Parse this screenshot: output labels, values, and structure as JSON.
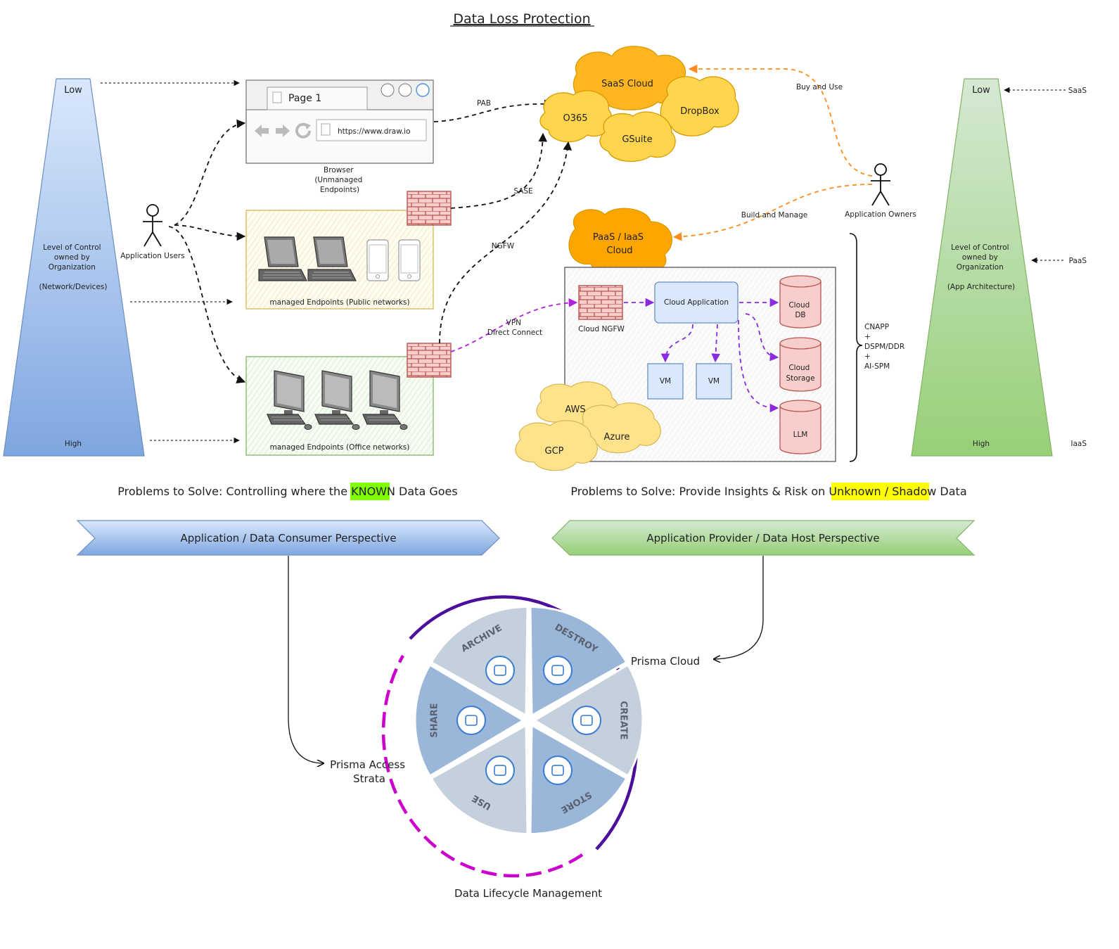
{
  "title": "Data Loss Protection",
  "left_pyramid": {
    "low": "Low",
    "high": "High",
    "text_lines": [
      "Level of Control",
      "owned by",
      "Organization",
      "",
      "(Network/Devices)"
    ],
    "color": "#7ea6e0"
  },
  "right_pyramid": {
    "low": "Low",
    "high": "High",
    "text_lines": [
      "Level of Control",
      "owned by",
      "Organization",
      "",
      "(App Architecture)"
    ],
    "color": "#97d077",
    "markers": {
      "saas": "SaaS",
      "paas": "PaaS",
      "iaas": "IaaS"
    }
  },
  "browser": {
    "tab_label": "Page 1",
    "url": "https://www.draw.io",
    "caption_lines": [
      "Browser",
      "(Unmanaged",
      "Endpoints)"
    ]
  },
  "actors": {
    "users": "Application Users",
    "owners": "Application Owners"
  },
  "endpoints": {
    "public": "managed Endpoints (Public networks)",
    "office": "managed Endpoints (Office networks)"
  },
  "connections": {
    "pab": "PAB",
    "sase": "SASE",
    "ngfw": "NGFW",
    "vpn_lines": [
      "VPN",
      "Direct Connect"
    ],
    "buy_use": "Buy and Use",
    "build_manage": "Build and Manage"
  },
  "clouds": {
    "saas": "SaaS Cloud",
    "o365": "O365",
    "dropbox": "DropBox",
    "gsuite": "GSuite",
    "paas_lines": [
      "PaaS / IaaS",
      "Cloud"
    ],
    "aws": "AWS",
    "azure": "Azure",
    "gcp": "GCP"
  },
  "cloud_env": {
    "cloud_ngfw": "Cloud NGFW",
    "app": "Cloud Application",
    "vm1": "VM",
    "vm2": "VM",
    "db_lines": [
      "Cloud",
      "DB"
    ],
    "storage_lines": [
      "Cloud",
      "Storage"
    ],
    "llm": "LLM",
    "bracket_lines": [
      "CNAPP",
      "+",
      "DSPM/DDR",
      "+",
      "AI-SPM"
    ]
  },
  "problems": {
    "left_prefix": "Problems to Solve: Controlling where the ",
    "left_highlight": "KNOWN",
    "left_suffix": " Data Goes",
    "right_prefix": "Problems to Solve: Provide Insights & Risk on ",
    "right_highlight": "Unknown / Shadow",
    "right_suffix": " Data",
    "left_highlight_color": "#80ff00",
    "right_highlight_color": "#ffff00"
  },
  "perspectives": {
    "consumer": "Application / Data Consumer Perspective",
    "provider": "Application Provider / Data Host Perspective"
  },
  "lifecycle": {
    "segments": [
      "ARCHIVE",
      "DESTROY",
      "CREATE",
      "STORE",
      "USE",
      "SHARE"
    ],
    "prisma_cloud": "Prisma Cloud",
    "prisma_access_lines": [
      "Prisma Access",
      "Strata"
    ],
    "caption": "Data Lifecycle Management",
    "cloud_arc_color": "#4b0f9c",
    "access_arc_color": "#cc00cc"
  }
}
